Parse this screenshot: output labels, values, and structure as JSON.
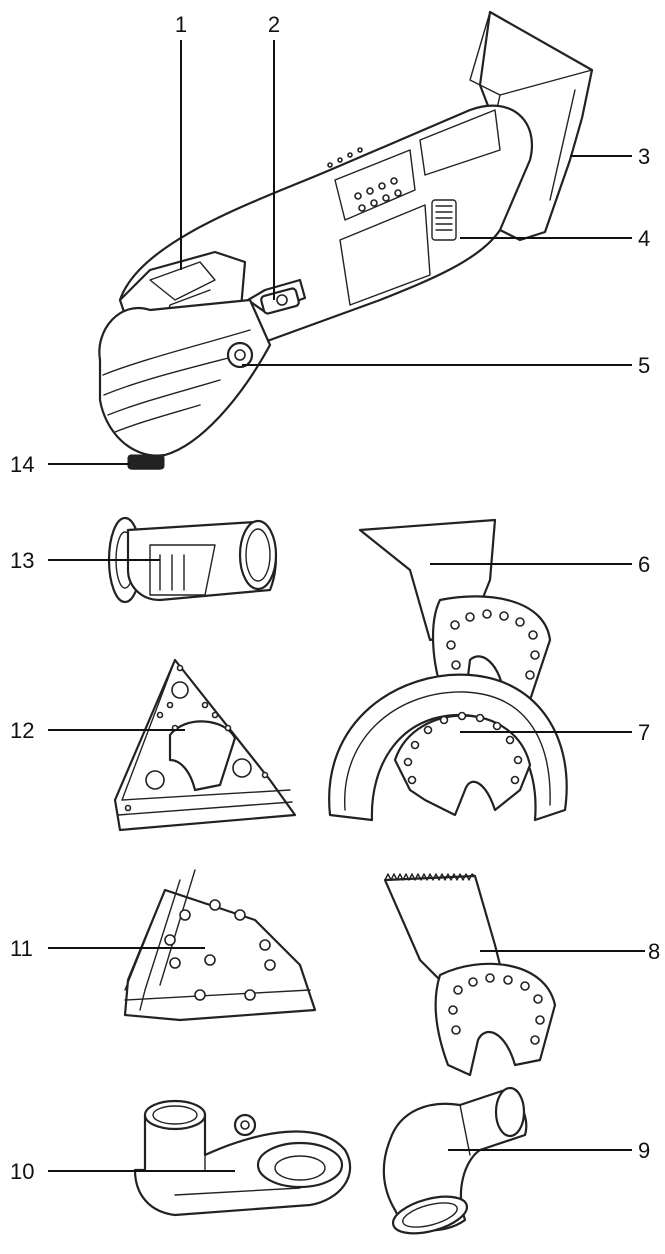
{
  "callouts": {
    "c1": "1",
    "c2": "2",
    "c3": "3",
    "c4": "4",
    "c5": "5",
    "c6": "6",
    "c7": "7",
    "c8": "8",
    "c9": "9",
    "c10": "10",
    "c11": "11",
    "c12": "12",
    "c13": "13",
    "c14": "14"
  },
  "colors": {
    "ink": "#111111",
    "background": "#ffffff"
  }
}
